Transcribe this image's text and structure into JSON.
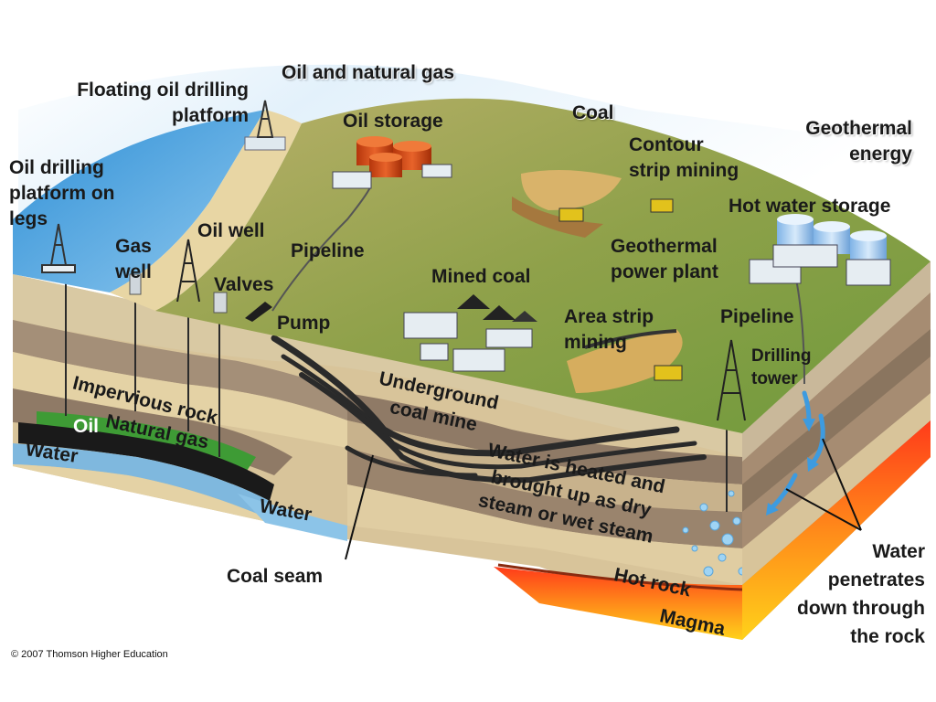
{
  "labels": {
    "oil_and_natural_gas": "Oil and natural gas",
    "floating_platform": [
      "Floating oil drilling",
      "platform"
    ],
    "oil_storage": "Oil storage",
    "coal": "Coal",
    "geothermal_energy": [
      "Geothermal",
      "energy"
    ],
    "oil_platform_legs": [
      "Oil drilling",
      "platform on",
      "legs"
    ],
    "contour_strip_mining": [
      "Contour",
      "strip mining"
    ],
    "hot_water_storage": "Hot water storage",
    "gas_well": [
      "Gas",
      "well"
    ],
    "oil_well": "Oil well",
    "pipeline_left": "Pipeline",
    "valves": "Valves",
    "pump": "Pump",
    "mined_coal": "Mined coal",
    "geothermal_power_plant": [
      "Geothermal",
      "power plant"
    ],
    "area_strip_mining": [
      "Area strip",
      "mining"
    ],
    "pipeline_right": "Pipeline",
    "drilling_tower": [
      "Drilling",
      "tower"
    ],
    "impervious_rock": "Impervious rock",
    "natural_gas": "Natural gas",
    "oil": "Oil",
    "water_left": "Water",
    "underground_coal_mine": [
      "Underground",
      "coal mine"
    ],
    "water_heated": [
      "Water is heated and",
      "brought up as dry",
      "steam or wet steam"
    ],
    "water_bottom": "Water",
    "coal_seam": "Coal seam",
    "hot_rock": "Hot rock",
    "magma": "Magma",
    "water_penetrates": [
      "Water",
      "penetrates",
      "down through",
      "the rock"
    ]
  },
  "credit": "© 2007 Thomson Higher Education"
}
